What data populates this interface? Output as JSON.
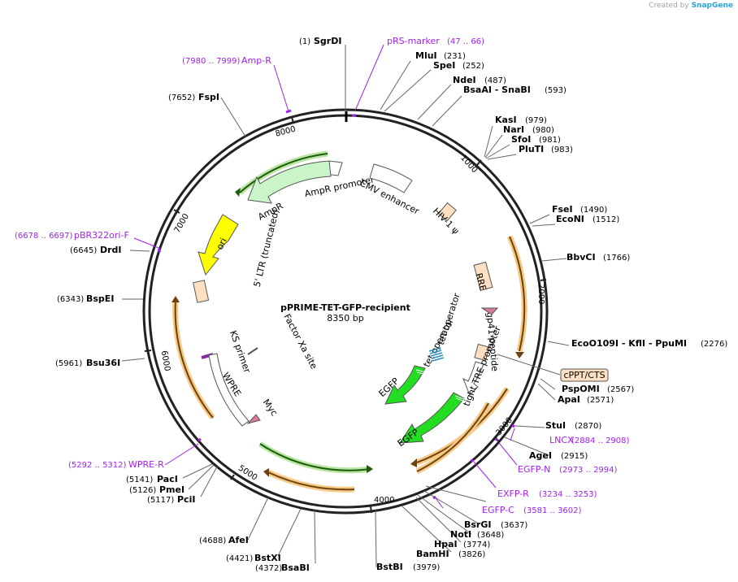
{
  "credit": {
    "prefix": "Created by",
    "brand": "SnapGene"
  },
  "plasmid": {
    "name": "pPRIME-TET-GFP-recipient",
    "size": "8350 bp"
  },
  "ticks": [
    "1000",
    "2000",
    "3000",
    "4000",
    "5000",
    "6000",
    "7000",
    "8000"
  ],
  "features": [
    "AmpR promoter",
    "AmpR",
    "CMV enhancer",
    "HIV-1 ψ",
    "ori",
    "5' LTR (truncated)",
    "RRE",
    "gp41 peptide",
    "tight TRE promoter",
    "tet operator",
    "tet operator",
    "EGFP",
    "EGFP",
    "Factor Xa site",
    "KS primer",
    "WPRE",
    "Myc"
  ],
  "enzymes": [
    {
      "name": "SgrDI",
      "pos": "(1)"
    },
    {
      "name": "MluI",
      "pos": "(231)"
    },
    {
      "name": "SpeI",
      "pos": "(252)"
    },
    {
      "name": "NdeI",
      "pos": "(487)"
    },
    {
      "name": "BsaAI - SnaBI",
      "pos": "(593)"
    },
    {
      "name": "KasI",
      "pos": "(979)"
    },
    {
      "name": "NarI",
      "pos": "(980)"
    },
    {
      "name": "SfoI",
      "pos": "(981)"
    },
    {
      "name": "PluTI",
      "pos": "(983)"
    },
    {
      "name": "FseI",
      "pos": "(1490)"
    },
    {
      "name": "EcoNI",
      "pos": "(1512)"
    },
    {
      "name": "BbvCI",
      "pos": "(1766)"
    },
    {
      "name": "EcoO109I - KflI - PpuMI",
      "pos": "(2276)"
    },
    {
      "name": "PspOMI",
      "pos": "(2567)"
    },
    {
      "name": "ApaI",
      "pos": "(2571)"
    },
    {
      "name": "StuI",
      "pos": "(2870)"
    },
    {
      "name": "AgeI",
      "pos": "(2915)"
    },
    {
      "name": "BsrGI",
      "pos": "(3637)"
    },
    {
      "name": "NotI",
      "pos": "(3648)"
    },
    {
      "name": "HpaI",
      "pos": "(3774)"
    },
    {
      "name": "BamHI",
      "pos": "(3826)"
    },
    {
      "name": "BstBI",
      "pos": "(3979)"
    },
    {
      "name": "BsaBI",
      "pos": "(4372)"
    },
    {
      "name": "BstXI",
      "pos": "(4421)"
    },
    {
      "name": "AfeI",
      "pos": "(4688)"
    },
    {
      "name": "PacI",
      "pos": "(5141)"
    },
    {
      "name": "PmeI",
      "pos": "(5126)"
    },
    {
      "name": "PciI",
      "pos": "(5117)"
    },
    {
      "name": "Bsu36I",
      "pos": "(5961)"
    },
    {
      "name": "BspEI",
      "pos": "(6343)"
    },
    {
      "name": "DrdI",
      "pos": "(6645)"
    },
    {
      "name": "FspI",
      "pos": "(7652)"
    }
  ],
  "primers": [
    {
      "name": "pRS-marker",
      "pos": "(47 .. 66)"
    },
    {
      "name": "Amp-R",
      "pos": "(7980 .. 7999)"
    },
    {
      "name": "pBR322ori-F",
      "pos": "(6678 .. 6697)"
    },
    {
      "name": "WPRE-R",
      "pos": "(5292 .. 5312)"
    },
    {
      "name": "LNCX",
      "pos": "(2884 .. 2908)"
    },
    {
      "name": "EGFP-N",
      "pos": "(2973 .. 2994)"
    },
    {
      "name": "EXFP-R",
      "pos": "(3234 .. 3253)"
    },
    {
      "name": "EGFP-C",
      "pos": "(3581 .. 3602)"
    }
  ],
  "callout": "cPPT/CTS"
}
